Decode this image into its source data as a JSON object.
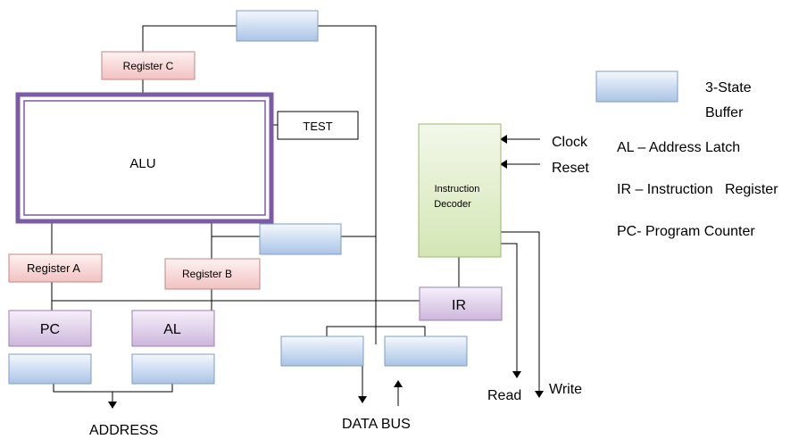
{
  "blocks": {
    "register_c": "Register C",
    "alu": "ALU",
    "test": "TEST",
    "register_a": "Register A",
    "register_b": "Register B",
    "pc": "PC",
    "al": "AL",
    "ir": "IR",
    "instruction_decoder_line1": "Instruction",
    "instruction_decoder_line2": "Decoder"
  },
  "signals": {
    "clock": "Clock",
    "reset": "Reset",
    "read": "Read",
    "write": "Write",
    "address": "ADDRESS",
    "data_bus": "DATA BUS"
  },
  "legend": {
    "buffer_line1": "3-State",
    "buffer_line2": "Buffer",
    "al": "AL – Address Latch",
    "ir": "IR – Instruction   Register",
    "pc": "PC- Program Counter"
  },
  "colors": {
    "buffer_top": "#f4f8fd",
    "buffer_bottom": "#aac4e6",
    "buffer_stroke": "#7f9cc4",
    "register_top": "#fdf2f2",
    "register_bottom": "#f2c2c0",
    "register_stroke": "#c38786",
    "purple_top": "#f6f0fa",
    "purple_bottom": "#cdb6dc",
    "purple_stroke": "#9a7fb0",
    "decoder_top": "#f3f8ea",
    "decoder_bottom": "#d3e6b4",
    "decoder_stroke": "#9ab86e",
    "alu_border": "#7b5aa6"
  }
}
